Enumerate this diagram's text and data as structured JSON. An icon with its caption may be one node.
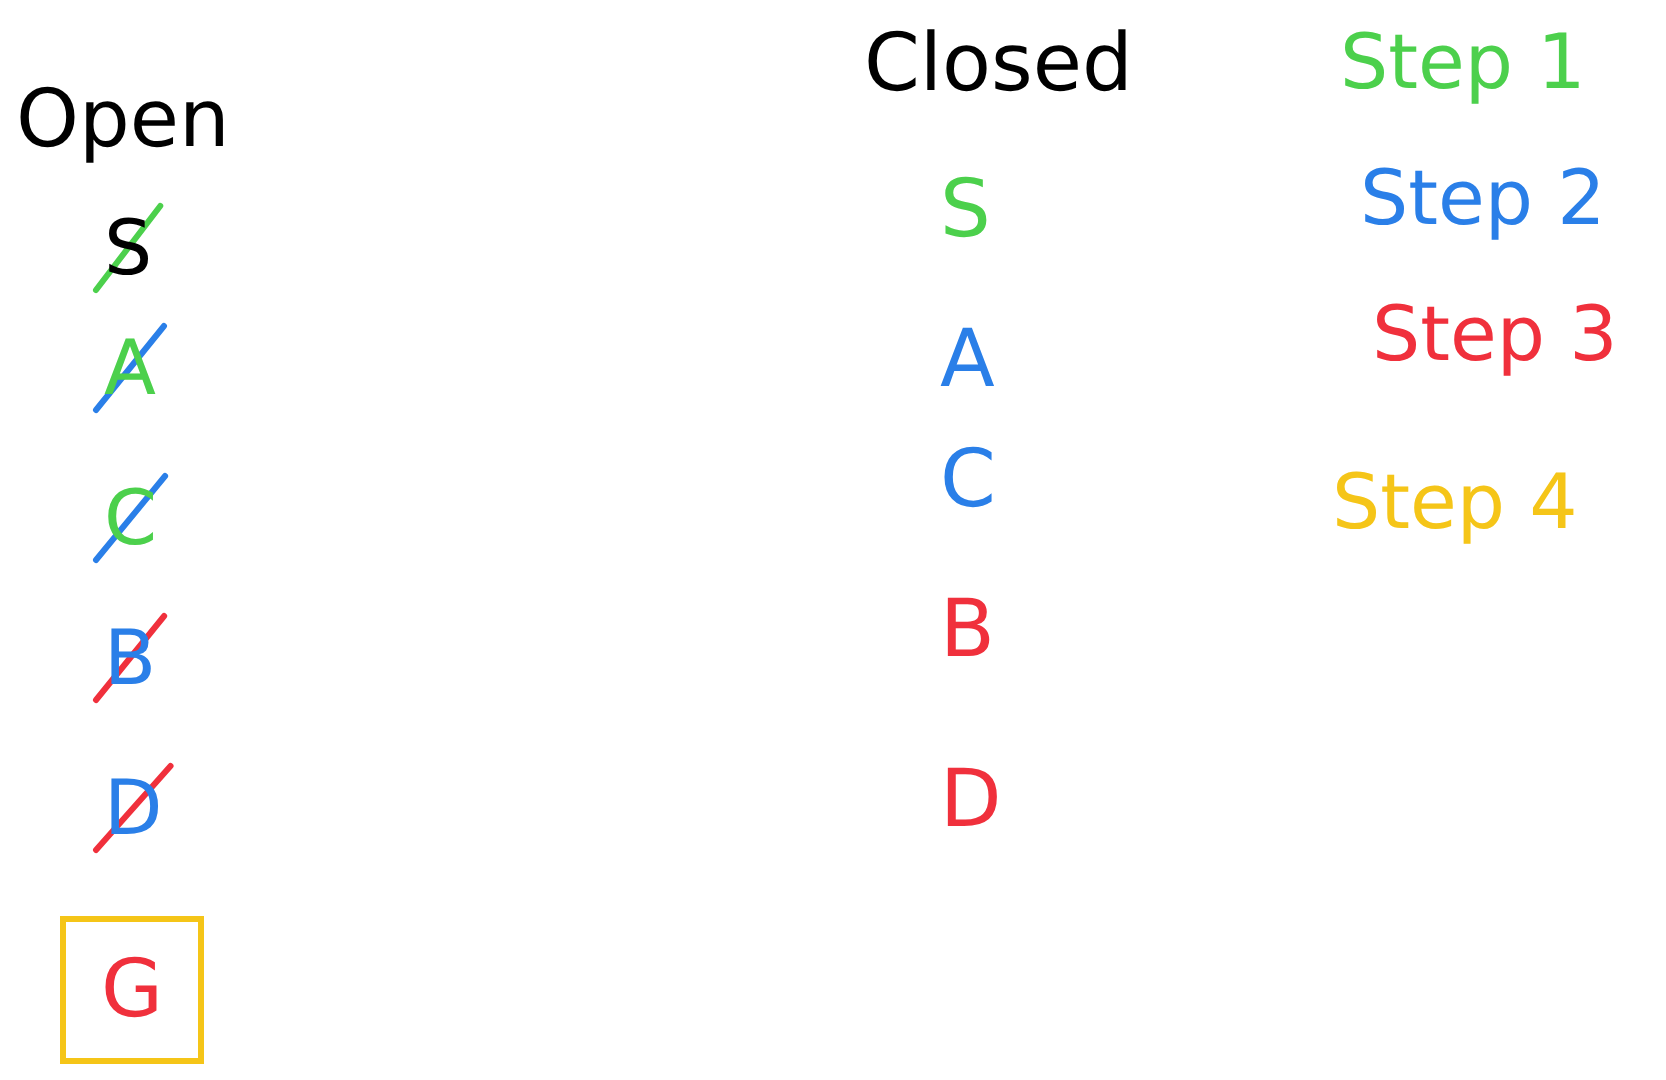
{
  "diagram": {
    "nodes": [
      {
        "text": [
          "G"
        ]
      }
    ],
    "labels": [
      "Open",
      "S",
      "A",
      "C",
      "B",
      "D",
      "Closed",
      "S",
      "A",
      "C",
      "B",
      "D"
    ],
    "legend": [
      {
        "text": "Step 1",
        "color": "#4cd04c"
      },
      {
        "text": "Step 2",
        "color": "#2a7fe8"
      },
      {
        "text": "Step 3",
        "color": "#f0303c"
      },
      {
        "text": "Step 4",
        "color": "#f5c518"
      }
    ]
  }
}
